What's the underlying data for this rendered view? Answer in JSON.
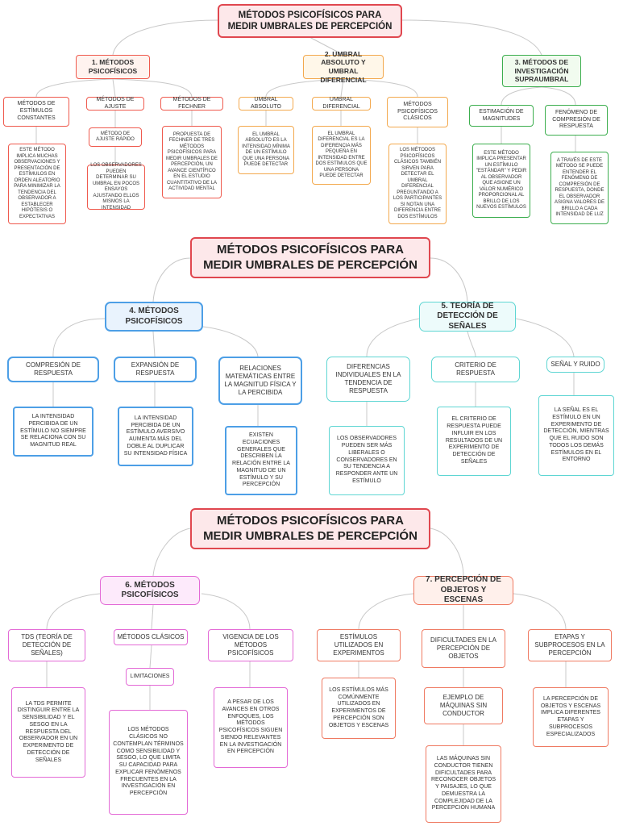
{
  "section1": {
    "title": "MÉTODOS PSICOFÍSICOS PARA MEDIR UMBRALES DE PERCEPCIÓN",
    "b1": {
      "label": "1. MÉTODOS PSICOFÍSICOS",
      "c1": "MÉTODOS DE ESTÍMULOS CONSTANTES",
      "c1d": "ESTE MÉTODO IMPLICA MUCHAS OBSERVACIONES Y PRESENTACIÓN DE ESTÍMULOS EN ORDEN ALEATORIO PARA MINIMIZAR LA TENDENCIA DEL OBSERVADOR A ESTABLECER HIPÓTESIS O EXPECTATIVAS",
      "c2": "MÉTODOS DE AJUSTE",
      "c2a": "MÉTODO DE AJUSTE RÁPIDO",
      "c2b": "LOS OBSERVADORES PUEDEN DETERMINAR SU UMBRAL EN POCOS ENSAYOS AJUSTANDO ELLOS MISMOS LA INTENSIDAD",
      "c3": "MÉTODOS DE FECHNER",
      "c3d": "PROPUESTA DE FECHNER DE TRES MÉTODOS PSICOFÍSICOS PARA MEDIR UMBRALES DE PERCEPCIÓN, UN AVANCE CIENTÍFICO EN EL ESTUDIO CUANTITATIVO DE LA ACTIVIDAD MENTAL"
    },
    "b2": {
      "label": "2. UMBRAL ABSOLUTO Y UMBRAL DIFERENCIAL",
      "c1": "UMBRAL ABSOLUTO",
      "c1d": "EL UMBRAL ABSOLUTO ES LA INTENSIDAD MÍNIMA DE UN ESTÍMULO QUE UNA PERSONA PUEDE DETECTAR",
      "c2": "UMBRAL DIFERENCIAL",
      "c2d": "EL UMBRAL DIFERENCIAL ES LA DIFERENCIA MÁS PEQUEÑA EN INTENSIDAD ENTRE DOS ESTÍMULOS QUE UNA PERSONA PUEDE DETECTAR",
      "c3": "MÉTODOS PSICOFÍSICOS CLÁSICOS",
      "c3d": "LOS MÉTODOS PSICOFÍSICOS CLÁSICOS TAMBIÉN SIRVEN PARA DETECTAR EL UMBRAL DIFERENCIAL PREGUNTANDO A LOS PARTICIPANTES SI NOTAN UNA DIFERENCIA ENTRE DOS ESTÍMULOS"
    },
    "b3": {
      "label": "3. MÉTODOS DE INVESTIGACIÓN SUPRAUMBRAL",
      "c1": "ESTIMACIÓN DE MAGNITUDES",
      "c1d": "ESTE MÉTODO IMPLICA PRESENTAR UN ESTÍMULO \"ESTÁNDAR\" Y PEDIR AL OBSERVADOR QUE ASIGNE UN VALOR NUMÉRICO PROPORCIONAL AL BRILLO DE LOS NUEVOS ESTÍMULOS",
      "c2": "FENÓMENO DE COMPRESIÓN DE RESPUESTA",
      "c2d": "A TRAVÉS DE ESTE MÉTODO SE PUEDE ENTENDER EL FENÓMENO DE COMPRESIÓN DE RESPUESTA, DONDE EL OBSERVADOR ASIGNA VALORES DE BRILLO A CADA INTENSIDAD DE LUZ"
    }
  },
  "section2": {
    "title": "MÉTODOS PSICOFÍSICOS PARA MEDIR UMBRALES DE PERCEPCIÓN",
    "b4": {
      "label": "4. MÉTODOS PSICOFÍSICOS",
      "c1": "COMPRESIÓN DE RESPUESTA",
      "c1d": "LA INTENSIDAD PERCIBIDA DE UN ESTÍMULO NO SIEMPRE SE RELACIONA CON SU MAGNITUD REAL",
      "c2": "EXPANSIÓN DE RESPUESTA",
      "c2d": "LA INTENSIDAD PERCIBIDA DE UN ESTÍMULO AVERSIVO AUMENTA MÁS DEL DOBLE AL DUPLICAR SU INTENSIDAD FÍSICA",
      "c3": "RELACIONES MATEMÁTICAS ENTRE LA MAGNITUD FÍSICA Y LA PERCIBIDA",
      "c3d": "EXISTEN ECUACIONES GENERALES QUE DESCRIBEN LA RELACIÓN ENTRE LA MAGNITUD DE UN ESTÍMULO Y SU PERCEPCIÓN"
    },
    "b5": {
      "label": "5. TEORÍA DE DETECCIÓN DE SEÑALES",
      "c1": "DIFERENCIAS INDIVIDUALES EN LA TENDENCIA DE RESPUESTA",
      "c1d": "LOS OBSERVADORES PUEDEN SER MÁS LIBERALES O CONSERVADORES EN SU TENDENCIA A RESPONDER ANTE UN ESTÍMULO",
      "c2": "CRITERIO DE RESPUESTA",
      "c2d": "EL CRITERIO DE RESPUESTA PUEDE INFLUIR EN LOS RESULTADOS DE UN EXPERIMENTO DE DETECCIÓN DE SEÑALES",
      "c3": "SEÑAL Y RUIDO",
      "c3d": "LA SEÑAL ES EL ESTÍMULO EN UN EXPERIMENTO DE DETECCIÓN, MIENTRAS QUE EL RUIDO SON TODOS LOS DEMÁS ESTÍMULOS EN EL ENTORNO"
    }
  },
  "section3": {
    "title": "MÉTODOS PSICOFÍSICOS PARA MEDIR UMBRALES DE PERCEPCIÓN",
    "b6": {
      "label": "6. MÉTODOS PSICOFÍSICOS",
      "c1": "TDS (TEORÍA DE DETECCIÓN DE SEÑALES)",
      "c1d": "LA TDS PERMITE DISTINGUIR ENTRE LA SENSIBILIDAD Y EL SESGO EN LA RESPUESTA DEL OBSERVADOR EN UN EXPERIMENTO DE DETECCIÓN DE SEÑALES",
      "c2": "MÉTODOS CLÁSICOS",
      "c2a": "LIMITACIONES",
      "c2b": "LOS MÉTODOS CLÁSICOS NO CONTEMPLAN TÉRMINOS COMO SENSIBILIDAD Y SESGO, LO QUE LIMITA SU CAPACIDAD PARA EXPLICAR FENÓMENOS FRECUENTES EN LA INVESTIGACIÓN EN PERCEPCIÓN",
      "c3": "VIGENCIA DE LOS MÉTODOS PSICOFÍSICOS",
      "c3d": "A PESAR DE LOS AVANCES EN OTROS ENFOQUES, LOS MÉTODOS PSICOFÍSICOS SIGUEN SIENDO RELEVANTES EN LA INVESTIGACIÓN EN PERCEPCIÓN"
    },
    "b7": {
      "label": "7. PERCEPCIÓN DE OBJETOS Y ESCENAS",
      "c1": "ESTÍMULOS UTILIZADOS EN EXPERIMENTOS",
      "c1d": "LOS ESTÍMULOS MÁS COMÚNMENTE UTILIZADOS EN EXPERIMENTOS DE PERCEPCIÓN SON OBJETOS Y ESCENAS",
      "c2": "DIFICULTADES EN LA PERCEPCIÓN DE OBJETOS",
      "c2a": "EJEMPLO DE MÁQUINAS SIN CONDUCTOR",
      "c2b": "LAS MÁQUINAS SIN CONDUCTOR TIENEN DIFICULTADES PARA RECONOCER OBJETOS Y PAISAJES, LO QUE DEMUESTRA LA COMPLEJIDAD DE LA PERCEPCIÓN HUMANA",
      "c3": "ETAPAS Y SUBPROCESOS EN LA PERCEPCIÓN",
      "c3d": "LA PERCEPCIÓN DE OBJETOS Y ESCENAS IMPLICA DIFERENTES ETAPAS Y SUBPROCESOS ESPECIALIZADOS"
    }
  }
}
